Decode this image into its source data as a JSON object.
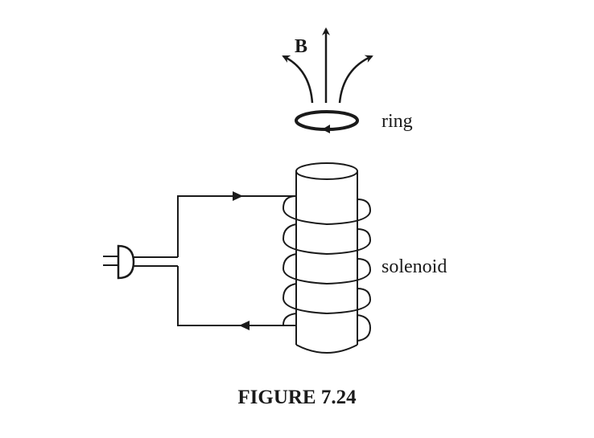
{
  "labels": {
    "field": "B",
    "ring": "ring",
    "solenoid": "solenoid",
    "caption": "FIGURE 7.24"
  },
  "colors": {
    "ink": "#1a1a1a",
    "background": "#ffffff"
  }
}
